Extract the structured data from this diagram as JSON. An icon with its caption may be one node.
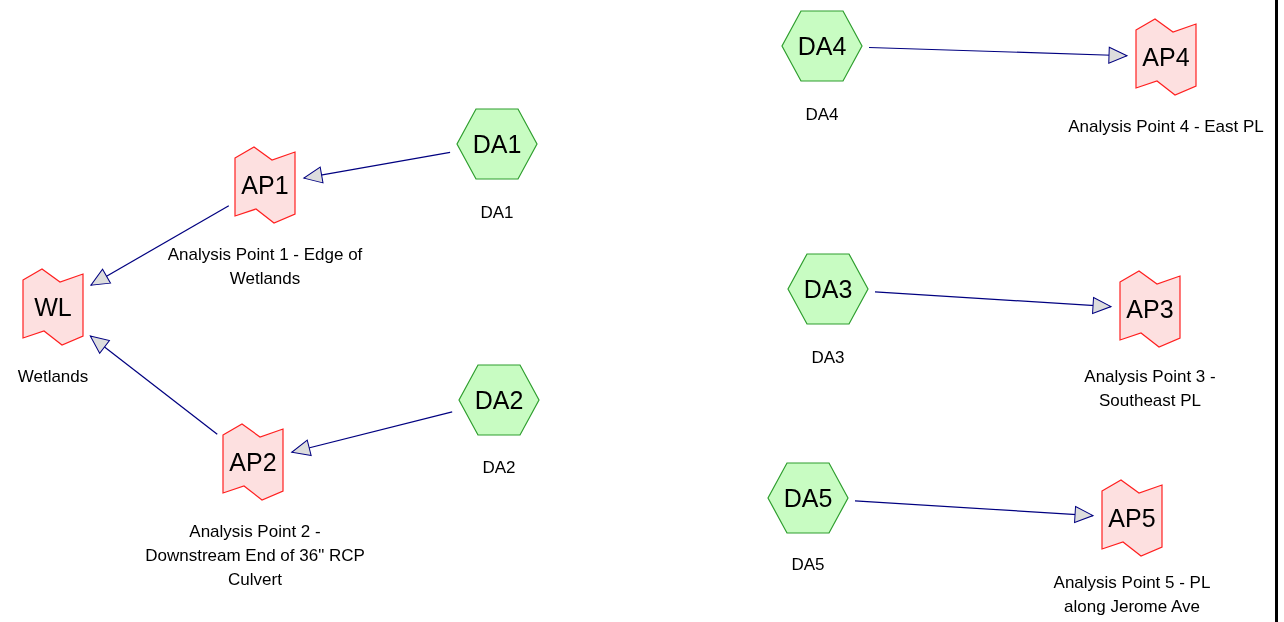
{
  "diagram": {
    "nodes": [
      {
        "text": [
          "WL"
        ],
        "beside": [
          "Wetlands"
        ]
      },
      {
        "text": [
          "AP1"
        ],
        "beside": [
          "Analysis Point 1 - Edge of Wetlands"
        ]
      },
      {
        "text": [
          "DA1"
        ],
        "beside": [
          "DA1"
        ]
      },
      {
        "text": [
          "AP2"
        ],
        "beside": [
          "Analysis Point 2 - Downstream End of 36\" RCP Culvert"
        ]
      },
      {
        "text": [
          "DA2"
        ],
        "beside": [
          "DA2"
        ]
      },
      {
        "text": [
          "DA4"
        ],
        "beside": [
          "DA4"
        ]
      },
      {
        "text": [
          "AP4"
        ],
        "beside": [
          "Analysis Point 4 - East PL"
        ]
      },
      {
        "text": [
          "DA3"
        ],
        "beside": [
          "DA3"
        ]
      },
      {
        "text": [
          "AP3"
        ],
        "beside": [
          "Analysis Point 3 - Southeast PL"
        ]
      },
      {
        "text": [
          "DA5"
        ],
        "beside": [
          "DA5"
        ]
      },
      {
        "text": [
          "AP5"
        ],
        "beside": [
          "Analysis Point 5 - PL along Jerome Ave"
        ]
      }
    ],
    "edges": [
      {
        "from": 2,
        "to": 1,
        "arrow": "to"
      },
      {
        "from": 1,
        "to": 0,
        "arrow": "to"
      },
      {
        "from": 3,
        "to": 0,
        "arrow": "to"
      },
      {
        "from": 4,
        "to": 3,
        "arrow": "to"
      },
      {
        "from": 5,
        "to": 6,
        "arrow": "to"
      },
      {
        "from": 7,
        "to": 8,
        "arrow": "to"
      },
      {
        "from": 9,
        "to": 10,
        "arrow": "to"
      }
    ]
  }
}
